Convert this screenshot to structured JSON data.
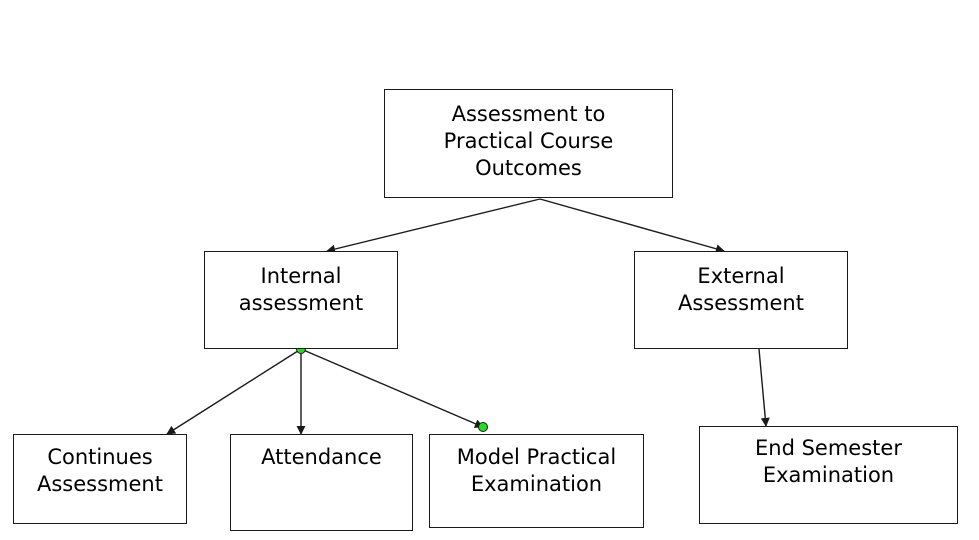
{
  "diagram": {
    "nodes": {
      "root": {
        "lines": [
          "Assessment to",
          "Practical Course",
          "Outcomes"
        ]
      },
      "internal": {
        "lines": [
          "Internal",
          "assessment"
        ]
      },
      "external": {
        "lines": [
          "External",
          "Assessment"
        ]
      },
      "continues": {
        "lines": [
          "Continues",
          "Assessment"
        ]
      },
      "attendance": {
        "lines": [
          "Attendance"
        ]
      },
      "model": {
        "lines": [
          "Model Practical",
          "Examination"
        ]
      },
      "endsem": {
        "lines": [
          "End Semester",
          "Examination"
        ]
      }
    },
    "edges": [
      {
        "from": "root",
        "to": "internal"
      },
      {
        "from": "root",
        "to": "external"
      },
      {
        "from": "internal",
        "to": "continues"
      },
      {
        "from": "internal",
        "to": "attendance"
      },
      {
        "from": "internal",
        "to": "model"
      },
      {
        "from": "external",
        "to": "endsem"
      }
    ],
    "colors": {
      "line": "#1a1a1a",
      "box_border": "#1a1a1a",
      "text": "#000000",
      "selection_handle": "#22dd22"
    }
  }
}
